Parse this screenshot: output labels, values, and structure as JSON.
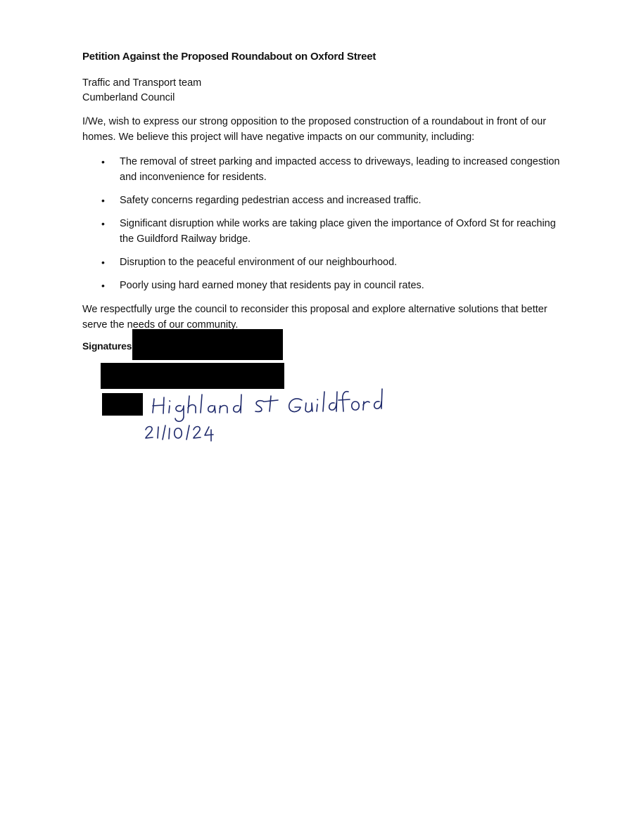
{
  "document": {
    "title": "Petition Against the Proposed Roundabout on Oxford Street",
    "recipient": {
      "line1": "Traffic and Transport team",
      "line2": "Cumberland Council"
    },
    "intro": "I/We, wish to express our strong opposition to the proposed construction of a roundabout in front of our homes. We believe this project will have negative impacts on our community, including:",
    "bullet_symbol": "•",
    "bullets": [
      "The removal of street parking and impacted access to driveways, leading to increased congestion and inconvenience for residents.",
      "Safety concerns regarding pedestrian access and increased traffic.",
      "Significant disruption while works are taking place given the importance of Oxford St for reaching the Guildford Railway bridge.",
      "Disruption to the peaceful environment of our neighbourhood.",
      "Poorly using hard earned money that residents pay in council rates."
    ],
    "closing": "We respectfully urge the council to reconsider this proposal and explore alternative solutions that better serve the needs of our community.",
    "signatures_label": "Signatures",
    "handwritten": {
      "address": "Highland St Guildford",
      "date": "21/10/24",
      "ink_color": "#1f2a6b"
    },
    "redaction_color": "#000000"
  }
}
